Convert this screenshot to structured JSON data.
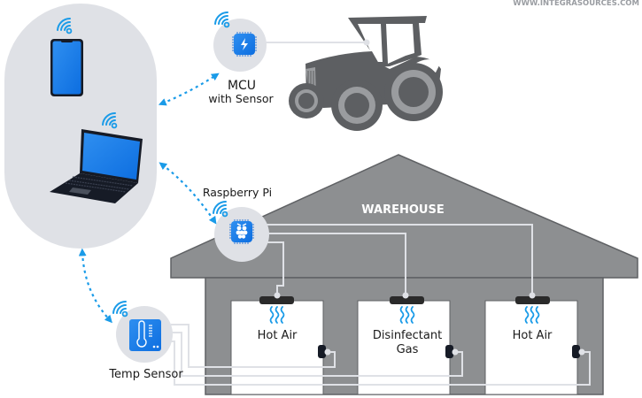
{
  "watermark": "WWW.INTEGRASOURCES.COM",
  "colors": {
    "accent_blue": "#1e88e5",
    "link_blue": "#1a9be8",
    "client_bubble": "#dfe1e6",
    "node_circle": "#dfe1e6",
    "warehouse_gray": "#8d8f91",
    "warehouse_outline": "#5f6164",
    "tractor_dark": "#5d5f62",
    "tractor_light": "#9a9c9f",
    "wire": "#dfe1e6",
    "device_black": "#161b26"
  },
  "clients": {
    "devices": [
      {
        "name": "smartphone",
        "icon": "smartphone-icon"
      },
      {
        "name": "laptop",
        "icon": "laptop-icon"
      }
    ]
  },
  "nodes": {
    "mcu": {
      "label_line1": "MCU",
      "label_line2": "with Sensor",
      "icon": "lightning-chip-icon"
    },
    "raspberry_pi": {
      "label": "Raspberry Pi",
      "icon": "raspberry-chip-icon"
    },
    "temp_sensor": {
      "label": "Temp Sensor",
      "icon": "thermometer-icon"
    }
  },
  "tractor": {
    "icon": "tractor-icon"
  },
  "warehouse": {
    "title": "WAREHOUSE",
    "rooms": [
      {
        "label_line1": "Hot Air",
        "label_line2": ""
      },
      {
        "label_line1": "Disinfectant",
        "label_line2": "Gas"
      },
      {
        "label_line1": "Hot Air",
        "label_line2": ""
      }
    ]
  }
}
